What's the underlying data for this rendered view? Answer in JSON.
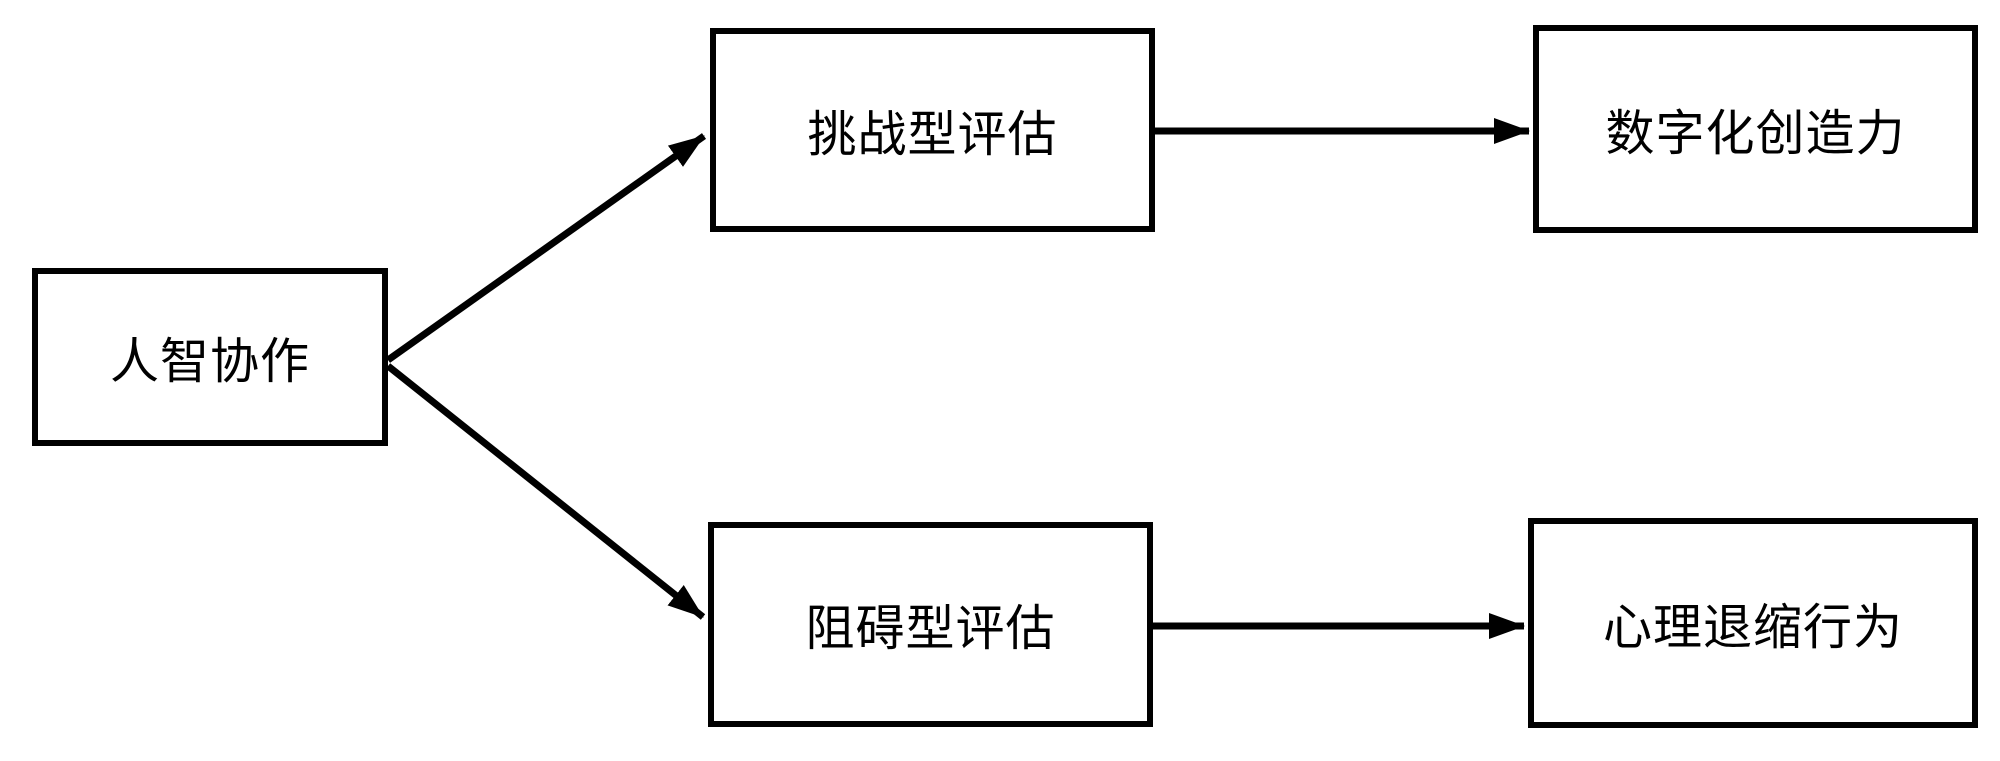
{
  "diagram": {
    "title": "",
    "nodes": {
      "hac": {
        "id": "hac",
        "label": "人智协作"
      },
      "challenge": {
        "id": "challenge",
        "label": "挑战型评估"
      },
      "hindrance": {
        "id": "hindrance",
        "label": "阻碍型评估"
      },
      "creativity": {
        "id": "creativity",
        "label": "数字化创造力"
      },
      "withdrawal": {
        "id": "withdrawal",
        "label": "心理退缩行为"
      }
    },
    "edges": [
      {
        "from": "人智协作",
        "to": "挑战型评估",
        "style": "solid-arrow"
      },
      {
        "from": "人智协作",
        "to": "阻碍型评估",
        "style": "solid-arrow"
      },
      {
        "from": "挑战型评估",
        "to": "数字化创造力",
        "style": "solid-arrow"
      },
      {
        "from": "阻碍型评估",
        "to": "心理退缩行为",
        "style": "solid-arrow"
      }
    ],
    "colors": {
      "background": "#ffffff",
      "box_fill": "#ffffff",
      "line": "#000000",
      "text": "#000000"
    }
  }
}
